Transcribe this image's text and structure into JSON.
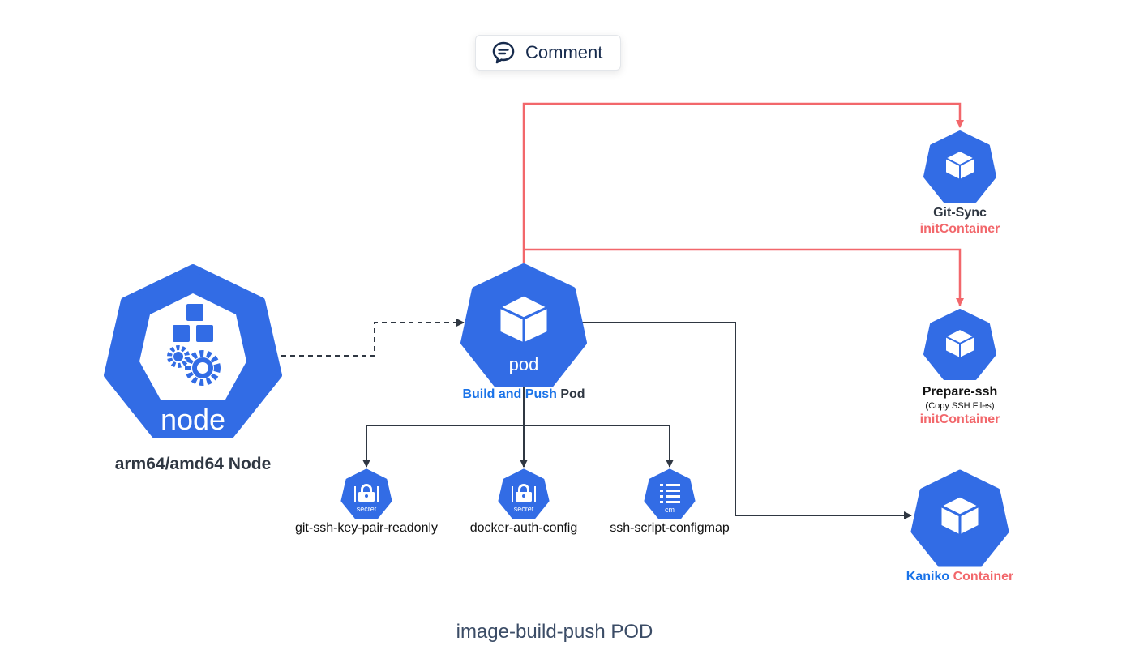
{
  "toolbar": {
    "comment_label": "Comment",
    "comment_icon": "comment-bubble-icon"
  },
  "nodes": {
    "node": {
      "glyph": "node",
      "name": "arm64/amd64 Node"
    },
    "pod": {
      "glyph": "pod",
      "name_part1": "Build and Push",
      "name_part2": "Pod"
    },
    "git_sync": {
      "name": "Git-Sync",
      "role": "initContainer"
    },
    "prepare_ssh": {
      "name": "Prepare-ssh",
      "note_open": "(",
      "note": "Copy SSH Files)",
      "role": "initContainer"
    },
    "kaniko": {
      "name": "Kaniko",
      "role": "Container"
    },
    "secret1": {
      "glyph": "secret",
      "name": "git-ssh-key-pair-readonly"
    },
    "secret2": {
      "glyph": "secret",
      "name": "docker-auth-config"
    },
    "configmap": {
      "glyph": "cm",
      "name": "ssh-script-configmap"
    }
  },
  "caption": "image-build-push POD",
  "colors": {
    "k8s_blue": "#326ce5",
    "init_arrow": "#f2676b",
    "dark_arrow": "#2f3742",
    "label_blue": "#1a73e8",
    "label_red": "#f2676b"
  }
}
